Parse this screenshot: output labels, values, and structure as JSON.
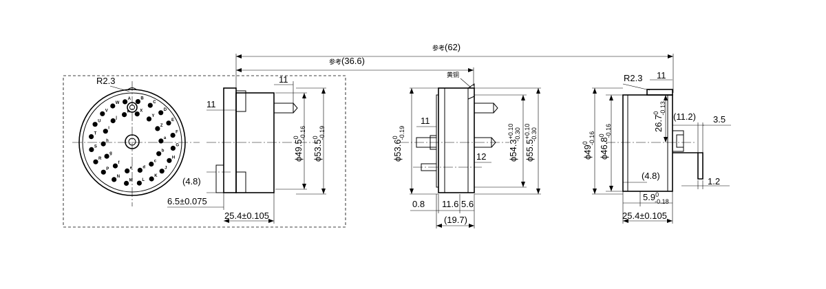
{
  "overall": {
    "total_length": "(62)",
    "total_length_prefix": "参考",
    "front_length": "(36.6)",
    "front_length_prefix": "参考"
  },
  "front_view": {
    "radius": "R2.3",
    "pin_labels": [
      "A",
      "B",
      "C",
      "D",
      "E",
      "F",
      "G",
      "H",
      "J",
      "K",
      "L",
      "M",
      "N",
      "P",
      "R",
      "S",
      "T",
      "U",
      "V",
      "W",
      "X",
      "Y",
      "Z",
      "a",
      "b",
      "c",
      "d",
      "e",
      "f",
      "g",
      "h",
      "i",
      "j",
      "k"
    ]
  },
  "side_view_1": {
    "dim_11_top": "11",
    "dim_11_left": "11",
    "dia_1": "ϕ49.5",
    "dia_1_tol_upper": "0",
    "dia_1_tol_lower": "-0.16",
    "dia_2": "ϕ53.5",
    "dia_2_tol_upper": "0",
    "dia_2_tol_lower": "-0.19",
    "dim_4_8": "(4.8)",
    "dim_6_5": "6.5±0.075",
    "dim_25_4": "25.4±0.105"
  },
  "side_view_2": {
    "label_top": "黄铜",
    "dia_1": "ϕ53.6",
    "dia_1_tol_upper": "0",
    "dia_1_tol_lower": "-0.19",
    "dim_11": "11",
    "dim_12": "12",
    "dia_2": "ϕ54.3",
    "dia_2_tol_upper": "+0.10",
    "dia_2_tol_lower": "-0.30",
    "dia_3": "ϕ55.5",
    "dia_3_tol_upper": "+0.10",
    "dia_3_tol_lower": "-0.30",
    "dim_0_8": "0.8",
    "dim_11_6": "11.6",
    "dim_5_6": "5.6",
    "dim_19_7": "(19.7)"
  },
  "side_view_3": {
    "radius": "R2.3",
    "dim_11": "11",
    "dim_26_7": "26.7",
    "dim_26_7_tol_upper": "0",
    "dim_26_7_tol_lower": "-0.13",
    "dim_11_2": "(11.2)",
    "dim_3_5": "3.5",
    "dia_1": "ϕ49",
    "dia_1_tol_upper": "0",
    "dia_1_tol_lower": "-0.16",
    "dia_2": "ϕ46.8",
    "dia_2_tol_upper": "0",
    "dia_2_tol_lower": "-0.16",
    "dim_4_8": "(4.8)",
    "dim_1_2": "1.2",
    "dim_5_9": "5.9",
    "dim_5_9_tol_upper": "0",
    "dim_5_9_tol_lower": "-0.18",
    "dim_25_4": "25.4±0.105"
  }
}
